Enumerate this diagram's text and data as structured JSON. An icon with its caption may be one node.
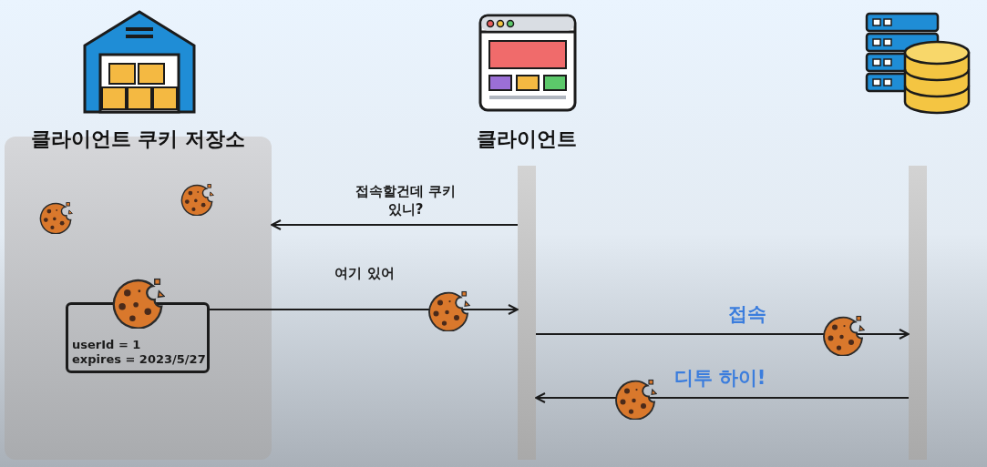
{
  "diagram": {
    "nodes": [
      {
        "text": [
          "클라이언트 쿠키 저장소"
        ]
      },
      {
        "text": [
          "클라이언트"
        ]
      },
      {
        "text": [],
        "shape": "bar"
      },
      {
        "text": [
          "userId = 1",
          "expires = 2023/5/27"
        ],
        "in": 0
      }
    ],
    "edges": [
      {
        "from": 1,
        "to": 0,
        "arrow": "to",
        "label": "접속할건데 쿠키 있니?"
      },
      {
        "from": 3,
        "to": 1,
        "arrow": "to",
        "label": "여기 있어"
      },
      {
        "from": 1,
        "to": 2,
        "arrow": "to",
        "label": "접속"
      },
      {
        "from": 2,
        "to": 1,
        "arrow": "to",
        "label": "디투 하이!"
      }
    ]
  }
}
